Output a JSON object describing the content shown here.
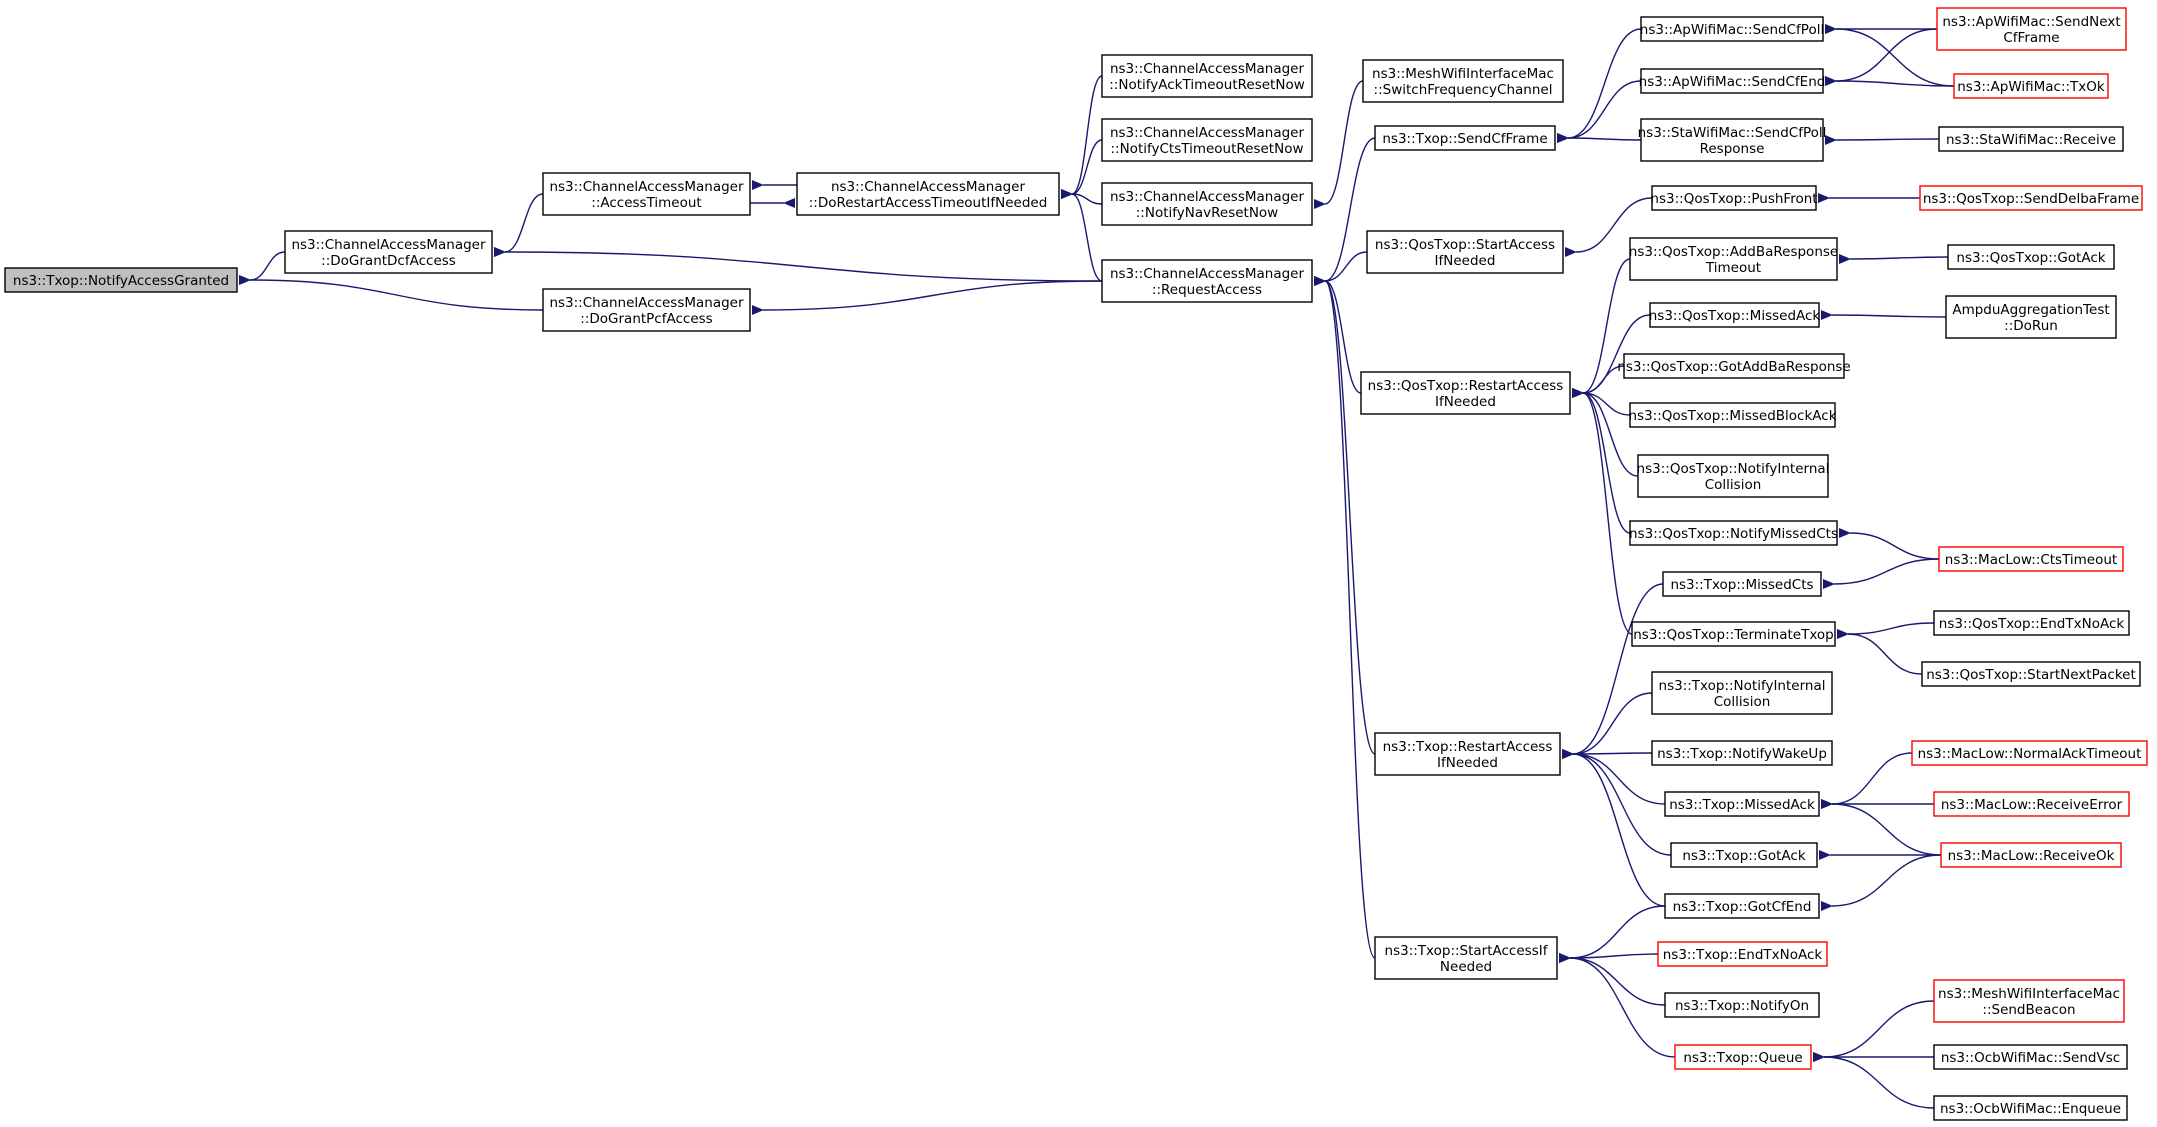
{
  "nodes": {
    "root": {
      "lines": [
        "ns3::Txop::NotifyAccessGranted"
      ],
      "variant": "root"
    },
    "doGrantDcf": {
      "lines": [
        "ns3::ChannelAccessManager",
        "::DoGrantDcfAccess"
      ],
      "variant": "black"
    },
    "doGrantPcf": {
      "lines": [
        "ns3::ChannelAccessManager",
        "::DoGrantPcfAccess"
      ],
      "variant": "black"
    },
    "accessTimeout": {
      "lines": [
        "ns3::ChannelAccessManager",
        "::AccessTimeout"
      ],
      "variant": "black"
    },
    "doRestart": {
      "lines": [
        "ns3::ChannelAccessManager",
        "::DoRestartAccessTimeoutIfNeeded"
      ],
      "variant": "black"
    },
    "notifyAck": {
      "lines": [
        "ns3::ChannelAccessManager",
        "::NotifyAckTimeoutResetNow"
      ],
      "variant": "black"
    },
    "notifyCts": {
      "lines": [
        "ns3::ChannelAccessManager",
        "::NotifyCtsTimeoutResetNow"
      ],
      "variant": "black"
    },
    "notifyNav": {
      "lines": [
        "ns3::ChannelAccessManager",
        "::NotifyNavResetNow"
      ],
      "variant": "black"
    },
    "requestAccess": {
      "lines": [
        "ns3::ChannelAccessManager",
        "::RequestAccess"
      ],
      "variant": "black"
    },
    "meshSwitch": {
      "lines": [
        "ns3::MeshWifiInterfaceMac",
        "::SwitchFrequencyChannel"
      ],
      "variant": "black"
    },
    "sendCfFrame": {
      "lines": [
        "ns3::Txop::SendCfFrame"
      ],
      "variant": "black"
    },
    "qosStartAccess": {
      "lines": [
        "ns3::QosTxop::StartAccess",
        "IfNeeded"
      ],
      "variant": "black"
    },
    "qosRestart": {
      "lines": [
        "ns3::QosTxop::RestartAccess",
        "IfNeeded"
      ],
      "variant": "black"
    },
    "txopRestart": {
      "lines": [
        "ns3::Txop::RestartAccess",
        "IfNeeded"
      ],
      "variant": "black"
    },
    "txopStartAccess": {
      "lines": [
        "ns3::Txop::StartAccessIf",
        "Needed"
      ],
      "variant": "black"
    },
    "apSendCfPoll": {
      "lines": [
        "ns3::ApWifiMac::SendCfPoll"
      ],
      "variant": "black"
    },
    "apSendCfEnd": {
      "lines": [
        "ns3::ApWifiMac::SendCfEnd"
      ],
      "variant": "black"
    },
    "staSendCfPoll": {
      "lines": [
        "ns3::StaWifiMac::SendCfPoll",
        "Response"
      ],
      "variant": "black"
    },
    "qosPushFront": {
      "lines": [
        "ns3::QosTxop::PushFront"
      ],
      "variant": "black"
    },
    "qosAddBa": {
      "lines": [
        "ns3::QosTxop::AddBaResponse",
        "Timeout"
      ],
      "variant": "black"
    },
    "qosMissedAck": {
      "lines": [
        "ns3::QosTxop::MissedAck"
      ],
      "variant": "black"
    },
    "qosGotAddBa": {
      "lines": [
        "ns3::QosTxop::GotAddBaResponse"
      ],
      "variant": "black"
    },
    "qosMissedBlockAck": {
      "lines": [
        "ns3::QosTxop::MissedBlockAck"
      ],
      "variant": "black"
    },
    "qosNotifyInternal": {
      "lines": [
        "ns3::QosTxop::NotifyInternal",
        "Collision"
      ],
      "variant": "black"
    },
    "qosNotifyMissedCts": {
      "lines": [
        "ns3::QosTxop::NotifyMissedCts"
      ],
      "variant": "black"
    },
    "txopMissedCts": {
      "lines": [
        "ns3::Txop::MissedCts"
      ],
      "variant": "black"
    },
    "qosTerminate": {
      "lines": [
        "ns3::QosTxop::TerminateTxop"
      ],
      "variant": "black"
    },
    "txopNotifyInternal": {
      "lines": [
        "ns3::Txop::NotifyInternal",
        "Collision"
      ],
      "variant": "black"
    },
    "txopNotifyWakeUp": {
      "lines": [
        "ns3::Txop::NotifyWakeUp"
      ],
      "variant": "black"
    },
    "txopMissedAck": {
      "lines": [
        "ns3::Txop::MissedAck"
      ],
      "variant": "black"
    },
    "txopGotAck": {
      "lines": [
        "ns3::Txop::GotAck"
      ],
      "variant": "black"
    },
    "txopGotCfEnd": {
      "lines": [
        "ns3::Txop::GotCfEnd"
      ],
      "variant": "black"
    },
    "txopEndTxNoAck": {
      "lines": [
        "ns3::Txop::EndTxNoAck"
      ],
      "variant": "red"
    },
    "txopNotifyOn": {
      "lines": [
        "ns3::Txop::NotifyOn"
      ],
      "variant": "black"
    },
    "txopQueue": {
      "lines": [
        "ns3::Txop::Queue"
      ],
      "variant": "red"
    },
    "apSendNextCf": {
      "lines": [
        "ns3::ApWifiMac::SendNext",
        "CfFrame"
      ],
      "variant": "red"
    },
    "apTxOk": {
      "lines": [
        "ns3::ApWifiMac::TxOk"
      ],
      "variant": "red"
    },
    "staReceive": {
      "lines": [
        "ns3::StaWifiMac::Receive"
      ],
      "variant": "black"
    },
    "qosSendDelba": {
      "lines": [
        "ns3::QosTxop::SendDelbaFrame"
      ],
      "variant": "red"
    },
    "qosGotAck": {
      "lines": [
        "ns3::QosTxop::GotAck"
      ],
      "variant": "black"
    },
    "ampdu": {
      "lines": [
        "AmpduAggregationTest",
        "::DoRun"
      ],
      "variant": "black"
    },
    "macCtsTimeout": {
      "lines": [
        "ns3::MacLow::CtsTimeout"
      ],
      "variant": "red"
    },
    "qosEndTxNoAck": {
      "lines": [
        "ns3::QosTxop::EndTxNoAck"
      ],
      "variant": "black"
    },
    "qosStartNext": {
      "lines": [
        "ns3::QosTxop::StartNextPacket"
      ],
      "variant": "black"
    },
    "macNormalAck": {
      "lines": [
        "ns3::MacLow::NormalAckTimeout"
      ],
      "variant": "red"
    },
    "macReceiveError": {
      "lines": [
        "ns3::MacLow::ReceiveError"
      ],
      "variant": "red"
    },
    "macReceiveOk": {
      "lines": [
        "ns3::MacLow::ReceiveOk"
      ],
      "variant": "red"
    },
    "meshSendBeacon": {
      "lines": [
        "ns3::MeshWifiInterfaceMac",
        "::SendBeacon"
      ],
      "variant": "red"
    },
    "ocbSendVsc": {
      "lines": [
        "ns3::OcbWifiMac::SendVsc"
      ],
      "variant": "black"
    },
    "ocbEnqueue": {
      "lines": [
        "ns3::OcbWifiMac::Enqueue"
      ],
      "variant": "black"
    }
  },
  "edges": [
    {
      "callee": "root",
      "caller": "doGrantDcf"
    },
    {
      "callee": "root",
      "caller": "doGrantPcf"
    },
    {
      "callee": "doGrantDcf",
      "caller": "accessTimeout"
    },
    {
      "callee": "doGrantDcf",
      "caller": "requestAccess"
    },
    {
      "callee": "doGrantPcf",
      "caller": "requestAccess"
    },
    {
      "callee": "accessTimeout",
      "caller": "doRestart"
    },
    {
      "callee": "doRestart",
      "caller": "accessTimeout"
    },
    {
      "callee": "doRestart",
      "caller": "notifyAck"
    },
    {
      "callee": "doRestart",
      "caller": "notifyCts"
    },
    {
      "callee": "doRestart",
      "caller": "notifyNav"
    },
    {
      "callee": "doRestart",
      "caller": "requestAccess"
    },
    {
      "callee": "notifyNav",
      "caller": "meshSwitch"
    },
    {
      "callee": "requestAccess",
      "caller": "sendCfFrame"
    },
    {
      "callee": "requestAccess",
      "caller": "qosStartAccess"
    },
    {
      "callee": "requestAccess",
      "caller": "qosRestart"
    },
    {
      "callee": "requestAccess",
      "caller": "txopRestart"
    },
    {
      "callee": "requestAccess",
      "caller": "txopStartAccess"
    },
    {
      "callee": "sendCfFrame",
      "caller": "apSendCfPoll"
    },
    {
      "callee": "sendCfFrame",
      "caller": "apSendCfEnd"
    },
    {
      "callee": "sendCfFrame",
      "caller": "staSendCfPoll"
    },
    {
      "callee": "apSendCfPoll",
      "caller": "apSendNextCf"
    },
    {
      "callee": "apSendCfPoll",
      "caller": "apTxOk"
    },
    {
      "callee": "apSendCfEnd",
      "caller": "apSendNextCf"
    },
    {
      "callee": "apSendCfEnd",
      "caller": "apTxOk"
    },
    {
      "callee": "staSendCfPoll",
      "caller": "staReceive"
    },
    {
      "callee": "qosStartAccess",
      "caller": "qosPushFront"
    },
    {
      "callee": "qosPushFront",
      "caller": "qosSendDelba"
    },
    {
      "callee": "qosRestart",
      "caller": "qosAddBa"
    },
    {
      "callee": "qosRestart",
      "caller": "qosMissedAck"
    },
    {
      "callee": "qosRestart",
      "caller": "qosGotAddBa"
    },
    {
      "callee": "qosRestart",
      "caller": "qosMissedBlockAck"
    },
    {
      "callee": "qosRestart",
      "caller": "qosNotifyInternal"
    },
    {
      "callee": "qosRestart",
      "caller": "qosNotifyMissedCts"
    },
    {
      "callee": "qosRestart",
      "caller": "qosTerminate"
    },
    {
      "callee": "qosAddBa",
      "caller": "qosGotAck"
    },
    {
      "callee": "qosMissedAck",
      "caller": "ampdu"
    },
    {
      "callee": "qosNotifyMissedCts",
      "caller": "macCtsTimeout"
    },
    {
      "callee": "txopMissedCts",
      "caller": "macCtsTimeout"
    },
    {
      "callee": "qosTerminate",
      "caller": "qosEndTxNoAck"
    },
    {
      "callee": "qosTerminate",
      "caller": "qosStartNext"
    },
    {
      "callee": "txopRestart",
      "caller": "txopMissedCts"
    },
    {
      "callee": "txopRestart",
      "caller": "txopNotifyInternal"
    },
    {
      "callee": "txopRestart",
      "caller": "txopNotifyWakeUp"
    },
    {
      "callee": "txopRestart",
      "caller": "txopMissedAck"
    },
    {
      "callee": "txopRestart",
      "caller": "txopGotAck"
    },
    {
      "callee": "txopRestart",
      "caller": "txopGotCfEnd"
    },
    {
      "callee": "txopMissedAck",
      "caller": "macNormalAck"
    },
    {
      "callee": "txopMissedAck",
      "caller": "macReceiveError"
    },
    {
      "callee": "txopMissedAck",
      "caller": "macReceiveOk"
    },
    {
      "callee": "txopGotAck",
      "caller": "macReceiveOk"
    },
    {
      "callee": "txopGotCfEnd",
      "caller": "macReceiveOk"
    },
    {
      "callee": "txopStartAccess",
      "caller": "txopGotCfEnd"
    },
    {
      "callee": "txopStartAccess",
      "caller": "txopEndTxNoAck"
    },
    {
      "callee": "txopStartAccess",
      "caller": "txopNotifyOn"
    },
    {
      "callee": "txopStartAccess",
      "caller": "txopQueue"
    },
    {
      "callee": "txopQueue",
      "caller": "meshSendBeacon"
    },
    {
      "callee": "txopQueue",
      "caller": "ocbSendVsc"
    },
    {
      "callee": "txopQueue",
      "caller": "ocbEnqueue"
    }
  ]
}
